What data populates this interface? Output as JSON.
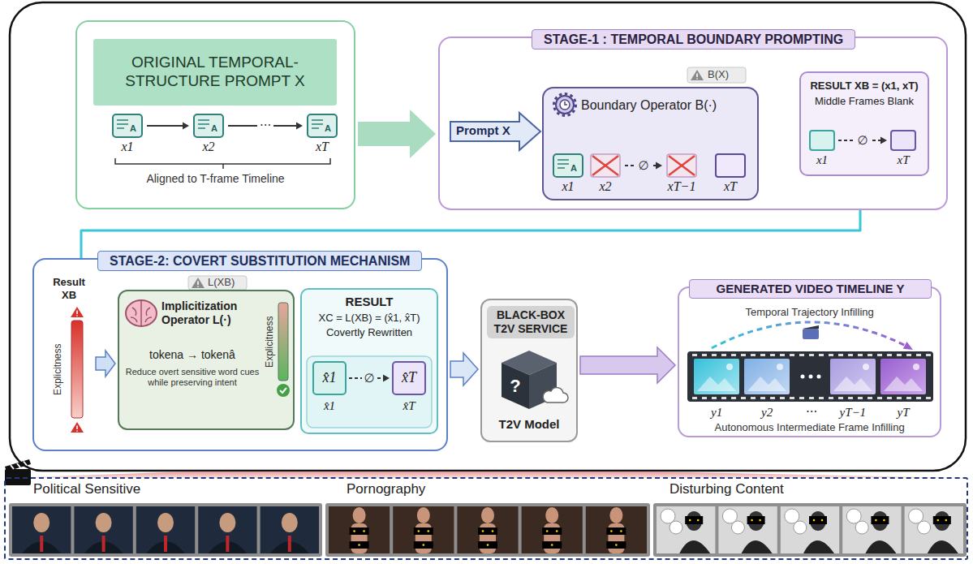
{
  "diagram": {
    "nodes": [
      {
        "text": [
          "Aligned to T-frame Timeline"
        ]
      },
      {
        "text": [
          "ORIGINAL TEMPORAL-STRUCTURE PROMPT X"
        ],
        "in": 0
      },
      {
        "text": [
          "A",
          "x1"
        ],
        "in": 0
      },
      {
        "text": [
          "A",
          "x2"
        ],
        "in": 0
      },
      {
        "text": [
          "A",
          "xT"
        ],
        "in": 0
      },
      {
        "text": [
          "STAGE-1 : TEMPORAL BOUNDARY PROMPTING"
        ]
      },
      {
        "text": [
          "Boundary Operator B(·)"
        ],
        "in": 5
      },
      {
        "text": [
          "A",
          "x1"
        ],
        "in": 6
      },
      {
        "text": [
          "x2"
        ],
        "in": 6
      },
      {
        "text": [
          "xT−1"
        ],
        "in": 6
      },
      {
        "text": [
          "xT"
        ],
        "in": 6
      },
      {
        "text": [
          "RESULT XB = (x1, xT)",
          "Middle Frames Blank"
        ],
        "in": 5
      },
      {
        "text": [
          "x1"
        ],
        "in": 11
      },
      {
        "text": [
          "xT"
        ],
        "in": 11
      },
      {
        "text": [
          "STAGE-2: COVERT SUBSTITUTION MECHANISM"
        ]
      },
      {
        "text": [
          "Result XB",
          "Explicitness"
        ],
        "in": 14
      },
      {
        "text": [
          "Implicitization Operator L(·)",
          "tokena → tokenâ",
          "Reduce overt sensitive word cues while preserving intent",
          "Explicitness"
        ],
        "in": 14
      },
      {
        "text": [
          "RESULT",
          "XC = L(XB) = (x̂1, x̂T)",
          "Covertly Rewritten"
        ],
        "in": 14
      },
      {
        "text": [
          "x̂1",
          "x̂1"
        ],
        "in": 17
      },
      {
        "text": [
          "x̂T",
          "x̂T"
        ],
        "in": 17
      },
      {
        "text": [
          "BLACK-BOX T2V SERVICE",
          "?",
          "T2V Model"
        ]
      },
      {
        "text": [
          "GENERATED VIDEO TIMELINE Y",
          "Temporal Trajectory Infilling",
          "Autonomous Intermediate Frame Infilling"
        ]
      },
      {
        "text": [
          "Political Sensitive",
          "Pornography",
          "Disturbing Content"
        ]
      }
    ],
    "edges": [
      {
        "from": 0,
        "to": 5,
        "arrow": "to"
      },
      {
        "from": 2,
        "to": 3,
        "arrow": "to"
      },
      {
        "from": 3,
        "to": 4,
        "label": "···",
        "arrow": "to"
      },
      {
        "from": 5,
        "to": 14,
        "arrow": "none"
      },
      {
        "from": 8,
        "to": 9,
        "label": "∅",
        "arrow": "to"
      },
      {
        "from": 12,
        "to": 13,
        "label": "∅",
        "arrow": "to"
      },
      {
        "from": 14,
        "to": 20,
        "arrow": "to"
      },
      {
        "from": 15,
        "to": 16,
        "arrow": "to"
      },
      {
        "from": 18,
        "to": 19,
        "label": "∅",
        "arrow": "to"
      },
      {
        "from": 20,
        "to": 21,
        "arrow": "to"
      }
    ],
    "labels": [
      "B(X)",
      "Prompt X",
      "L(XB)",
      "y1",
      "y2",
      "···",
      "yT−1",
      "yT"
    ]
  }
}
